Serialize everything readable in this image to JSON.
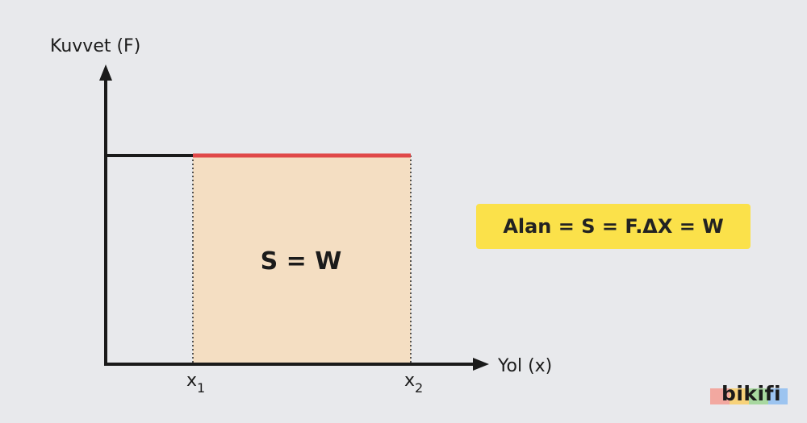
{
  "axes": {
    "y_label": "Kuvvet (F)",
    "x_label": "Yol (x)"
  },
  "ticks": {
    "x1": "x",
    "x1_sub": "1",
    "x2": "x",
    "x2_sub": "2"
  },
  "area": {
    "label": "S = W",
    "fill_color": "#f4dec2",
    "top_line_color": "#e04848"
  },
  "formula": {
    "text": "Alan = S = F.ΔX = W",
    "background": "#fbe14a"
  },
  "logo": {
    "text": "bikifi",
    "bar_colors": [
      "#f2a8a0",
      "#f7d27a",
      "#a8d8a0",
      "#9cc4f0"
    ]
  }
}
